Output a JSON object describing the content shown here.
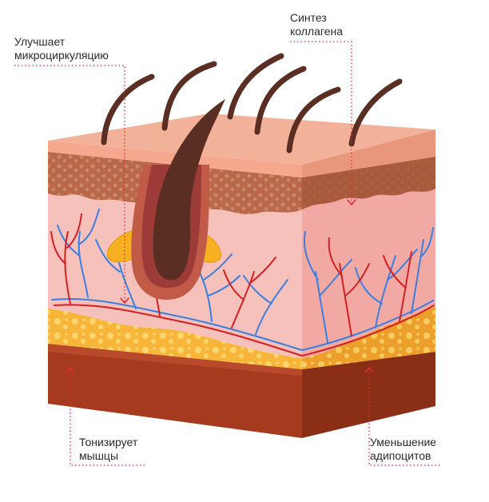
{
  "labels": {
    "microcirculation": [
      "Улучшает",
      "микроциркуляцию"
    ],
    "collagen": [
      "Синтез",
      "коллагена"
    ],
    "muscles": [
      "Тонизирует",
      "мышцы"
    ],
    "adipocytes": [
      "Уменьшение",
      "адипоцитов"
    ]
  },
  "colors": {
    "accent": "#e0283a",
    "epidermis": "#f2b29a",
    "dermis_upper": "#b9684a",
    "dermis": "#f6c0bb",
    "fat": "#f7b53a",
    "muscle": "#a63a1f",
    "hair": "#5a2e22",
    "vein": "#3b7fe0",
    "artery": "#d42020"
  },
  "icons": [
    "hair-follicle-icon",
    "sebaceous-gland-icon",
    "blood-vessel-icon",
    "fat-cell-icon"
  ]
}
